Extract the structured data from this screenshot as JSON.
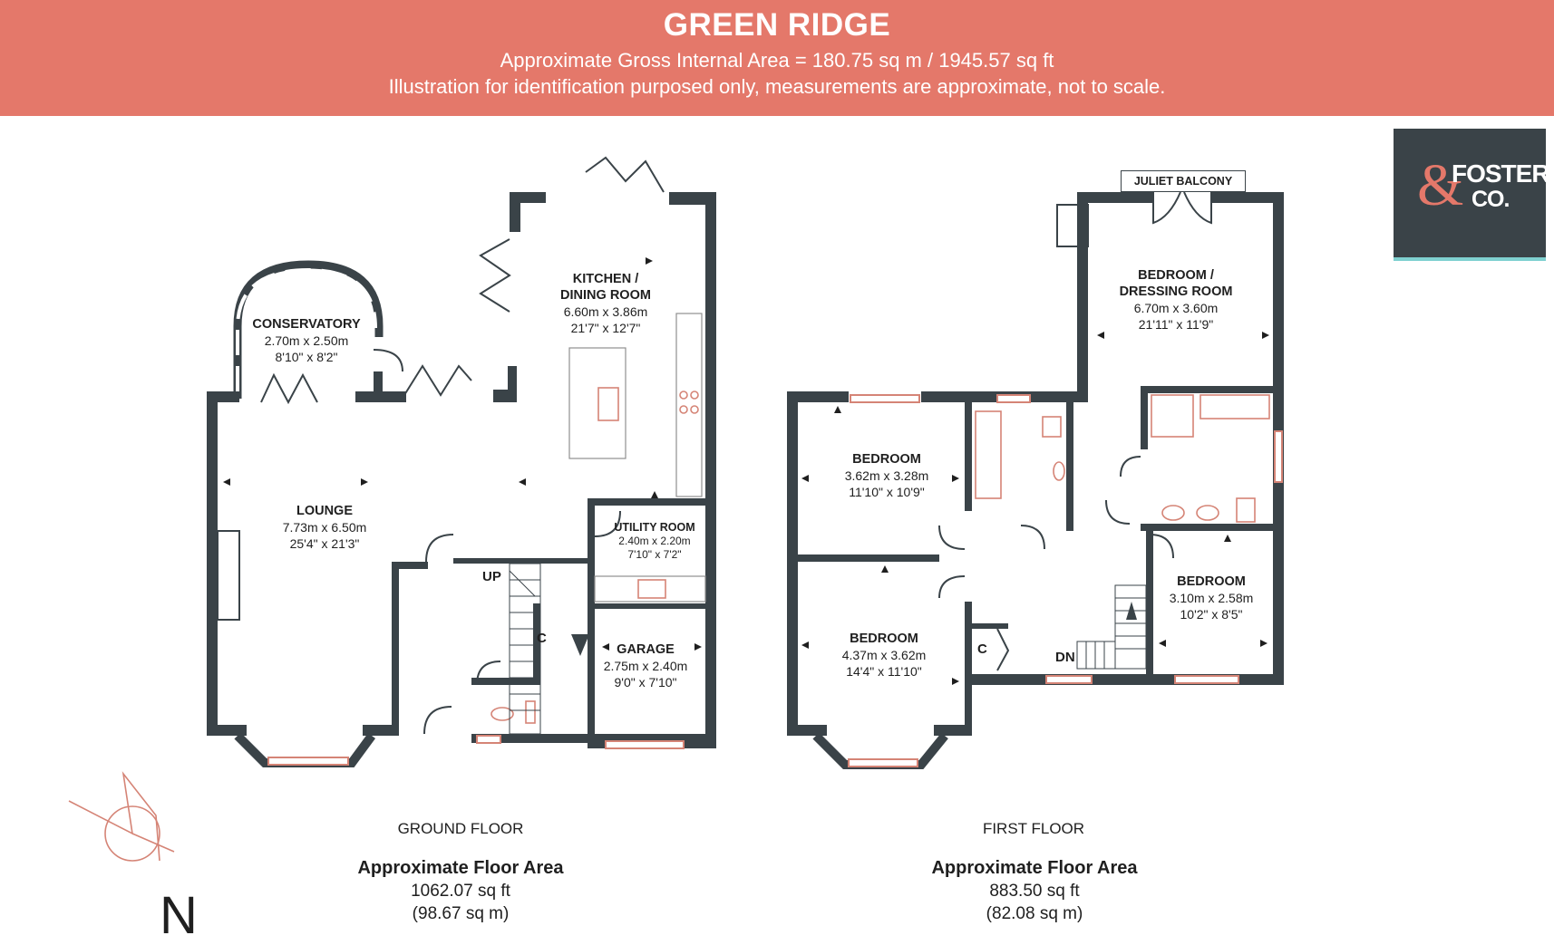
{
  "header": {
    "title": "GREEN RIDGE",
    "area_line": "Approximate Gross Internal Area = 180.75 sq m / 1945.57 sq ft",
    "disclaimer": "Illustration for identification purposed only, measurements are approximate, not to scale."
  },
  "logo": {
    "word1": "FOSTER",
    "word2": "CO.",
    "accent": "#e4786a",
    "teal": "#7fd1d0",
    "bg": "#3a4348"
  },
  "colors": {
    "banner": "#e4786a",
    "walls": "#3a4348",
    "windows": "#d58476"
  },
  "ground_floor": {
    "name": "GROUND FLOOR",
    "area_heading": "Approximate Floor Area",
    "area_sqft": "1062.07 sq ft",
    "area_sqm": "(98.67 sq m)",
    "rooms": {
      "conservatory": {
        "name": "CONSERVATORY",
        "metric": "2.70m x 2.50m",
        "imperial": "8'10\" x 8'2\""
      },
      "kitchen": {
        "name1": "KITCHEN /",
        "name2": "DINING ROOM",
        "metric": "6.60m x 3.86m",
        "imperial": "21'7\" x 12'7\""
      },
      "lounge": {
        "name": "LOUNGE",
        "metric": "7.73m x 6.50m",
        "imperial": "25'4\" x 21'3\""
      },
      "utility": {
        "name": "UTILITY ROOM",
        "metric": "2.40m x 2.20m",
        "imperial": "7'10\" x 7'2\""
      },
      "garage": {
        "name": "GARAGE",
        "metric": "2.75m x 2.40m",
        "imperial": "9'0\" x 7'10\""
      }
    },
    "labels": {
      "up": "UP",
      "cupboard": "C"
    }
  },
  "first_floor": {
    "name": "FIRST FLOOR",
    "area_heading": "Approximate Floor Area",
    "area_sqft": "883.50 sq ft",
    "area_sqm": "(82.08 sq m)",
    "balcony": "JULIET BALCONY",
    "rooms": {
      "bedroom_dressing": {
        "name1": "BEDROOM /",
        "name2": "DRESSING ROOM",
        "metric": "6.70m x 3.60m",
        "imperial": "21'11\" x 11'9\""
      },
      "bedroom_a": {
        "name": "BEDROOM",
        "metric": "3.62m x 3.28m",
        "imperial": "11'10\" x 10'9\""
      },
      "bedroom_b": {
        "name": "BEDROOM",
        "metric": "4.37m x 3.62m",
        "imperial": "14'4\" x 11'10\""
      },
      "bedroom_c": {
        "name": "BEDROOM",
        "metric": "3.10m x 2.58m",
        "imperial": "10'2\" x 8'5\""
      }
    },
    "labels": {
      "down": "DN",
      "cupboard": "C"
    }
  },
  "compass": {
    "letter": "N"
  }
}
